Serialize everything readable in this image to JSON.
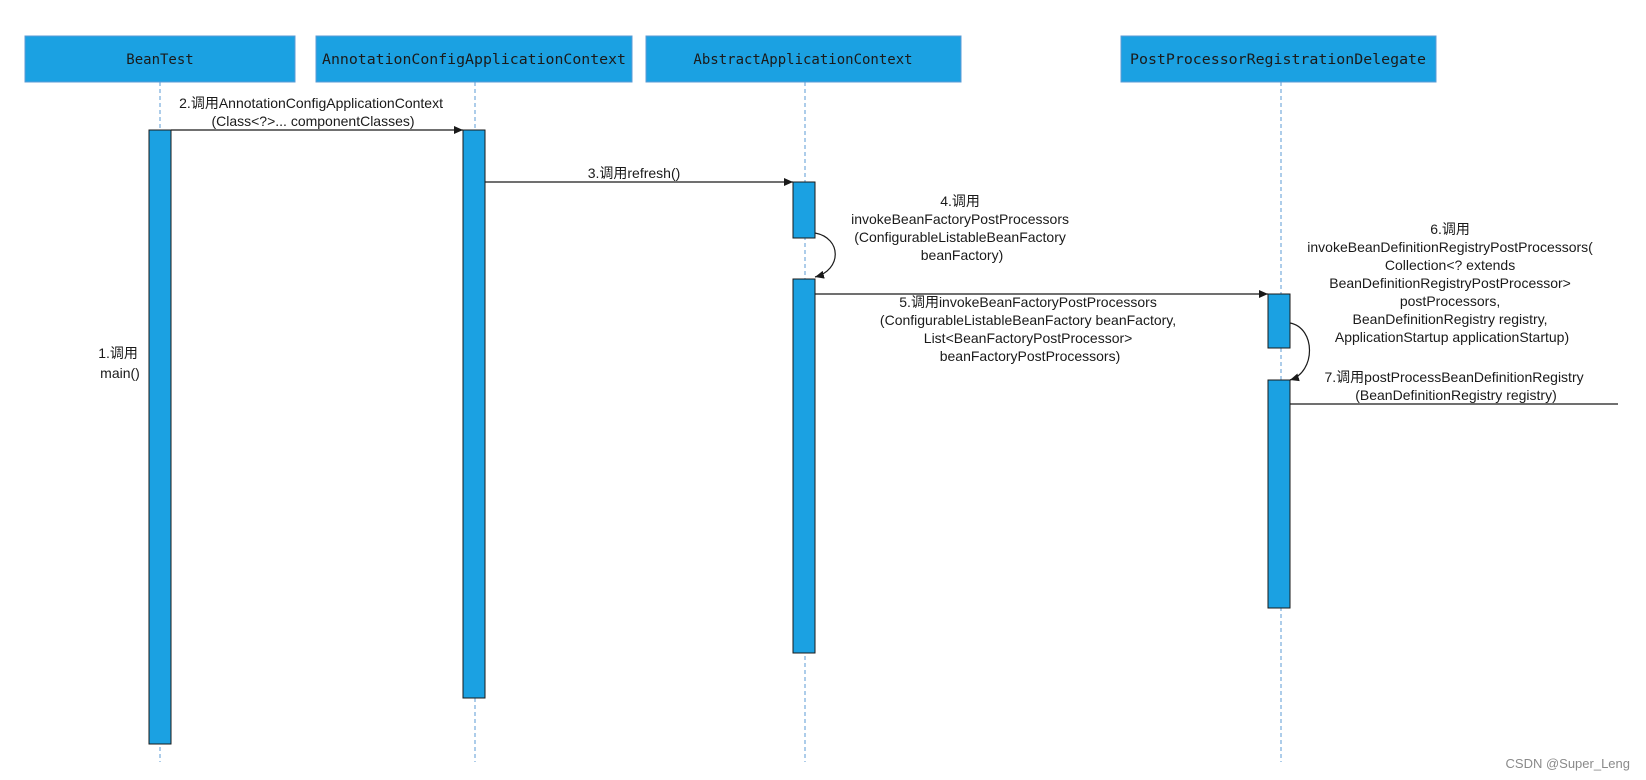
{
  "colors": {
    "participant_fill": "#1ba1e2",
    "activation_fill": "#1ba1e2",
    "lifeline": "#5b9bd5",
    "line": "#1a1a1a"
  },
  "participants": [
    {
      "id": "beantest",
      "label": "BeanTest"
    },
    {
      "id": "acac",
      "label": "AnnotationConfigApplicationContext"
    },
    {
      "id": "aac",
      "label": "AbstractApplicationContext"
    },
    {
      "id": "pprd",
      "label": "PostProcessorRegistrationDelegate"
    }
  ],
  "messages": [
    {
      "id": "m1",
      "kind": "note",
      "lines": [
        "1.调用",
        "main()"
      ]
    },
    {
      "id": "m2",
      "kind": "call",
      "lines": [
        "2.调用AnnotationConfigApplicationContext",
        "(Class<?>... componentClasses)"
      ]
    },
    {
      "id": "m3",
      "kind": "call",
      "lines": [
        "3.调用refresh()"
      ]
    },
    {
      "id": "m4",
      "kind": "self",
      "lines": [
        "4.调用",
        "invokeBeanFactoryPostProcessors",
        "(ConfigurableListableBeanFactory",
        "beanFactory)"
      ]
    },
    {
      "id": "m5",
      "kind": "call",
      "lines": [
        "5.调用invokeBeanFactoryPostProcessors",
        "(ConfigurableListableBeanFactory beanFactory,",
        "List<BeanFactoryPostProcessor>",
        "beanFactoryPostProcessors)"
      ]
    },
    {
      "id": "m6",
      "kind": "self",
      "lines": [
        "6.调用",
        "invokeBeanDefinitionRegistryPostProcessors(",
        "Collection<? extends",
        "BeanDefinitionRegistryPostProcessor>",
        "postProcessors,",
        "BeanDefinitionRegistry registry,",
        "ApplicationStartup applicationStartup)"
      ]
    },
    {
      "id": "m7",
      "kind": "call",
      "lines": [
        "7.调用postProcessBeanDefinitionRegistry",
        "(BeanDefinitionRegistry registry)"
      ]
    }
  ],
  "watermark": "CSDN @Super_Leng"
}
